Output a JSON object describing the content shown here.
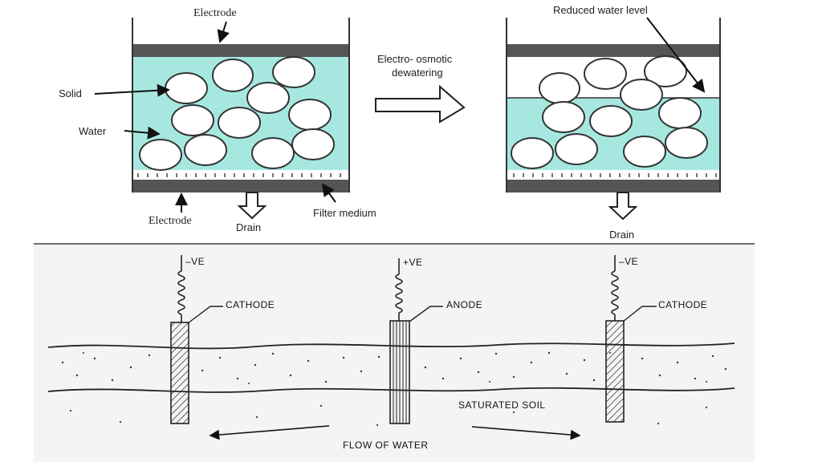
{
  "top": {
    "left_panel": {
      "electrode_top": "Electrode",
      "solid": "Solid",
      "water": "Water",
      "electrode_bottom": "Electrode",
      "drain": "Drain",
      "filter_medium": "Filter medium"
    },
    "process_arrow": {
      "line1": "Electro- osmotic",
      "line2": "dewatering"
    },
    "right_panel": {
      "reduced_water_level": "Reduced water level",
      "drain": "Drain"
    }
  },
  "bottom": {
    "left_terminal": "–VE",
    "left_electrode": "CATHODE",
    "center_terminal": "+VE",
    "center_electrode": "ANODE",
    "right_terminal": "–VE",
    "right_electrode": "CATHODE",
    "soil": "SATURATED SOIL",
    "flow": "FLOW OF WATER"
  },
  "colors": {
    "water": "#a6e8e0",
    "electrode": "#555555",
    "sketch_paper": "#f4f4f4"
  }
}
